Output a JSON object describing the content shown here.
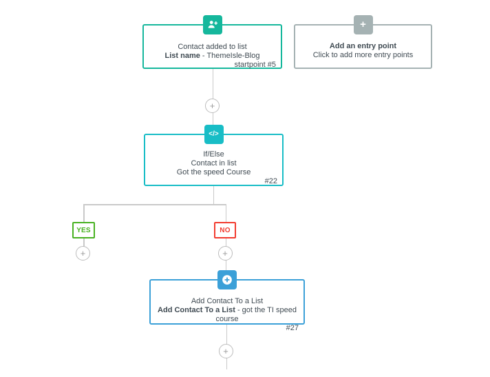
{
  "colors": {
    "teal_green": "#15b79c",
    "entry_gray": "#a5b2b3",
    "cyan": "#18bdc6",
    "blue": "#3ba0d8",
    "yes_green": "#47b120",
    "no_red": "#f23a2e",
    "line_gray": "#c9c9c9",
    "text_dark": "#3f4a52",
    "circle_border": "#bcbcbc",
    "circle_plus": "#9a9a9a"
  },
  "icons": {
    "plus": "+",
    "code": "</>"
  },
  "nodes": {
    "contact_added": {
      "line1": "Contact added to list",
      "line2_bold": "List name",
      "line2_rest": " - ThemeIsle-Blog",
      "meta": "startpoint #5"
    },
    "add_entry_point": {
      "title": "Add an entry point",
      "subtitle": "Click to add more entry points"
    },
    "if_else": {
      "line1": "If/Else",
      "line2": "Contact in list",
      "line3": "Got the speed Course",
      "meta": "#22"
    },
    "add_contact": {
      "line1": "Add Contact To a List",
      "line2_bold": "Add Contact To a List",
      "line2_rest": " - got the TI speed course",
      "meta": "#27"
    }
  },
  "branches": {
    "yes": "YES",
    "no": "NO"
  },
  "add_step_plus": "+"
}
